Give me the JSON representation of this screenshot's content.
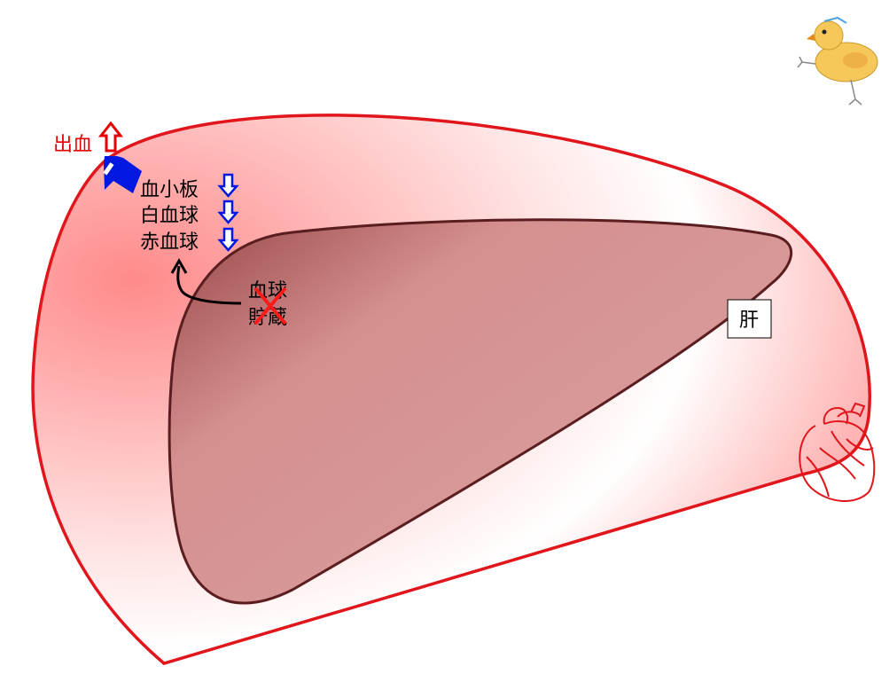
{
  "labels": {
    "bleeding": "出血",
    "platelets": "血小板",
    "white_blood_cells": "白血球",
    "red_blood_cells": "赤血球",
    "blood_cell": "血球",
    "storage": "貯蔵",
    "liver": "肝"
  },
  "icons": {
    "bleeding_arrow": "hollow-up-arrow-icon",
    "decrease_arrow": "hollow-down-arrow-icon",
    "blocked": "red-x-icon",
    "heart": "heart-icon",
    "chick": "chick-icon"
  },
  "colors": {
    "spleen_outline": "#e0161c",
    "spleen_fill": "#ff8a8a",
    "liver_outline": "#5a1e20",
    "liver_fill_dark": "#9a4a4a",
    "liver_fill_light": "#d89595",
    "increase_arrow": "#e60000",
    "decrease_arrow": "#0018e0",
    "blocked_mark": "#ff1a1a"
  }
}
